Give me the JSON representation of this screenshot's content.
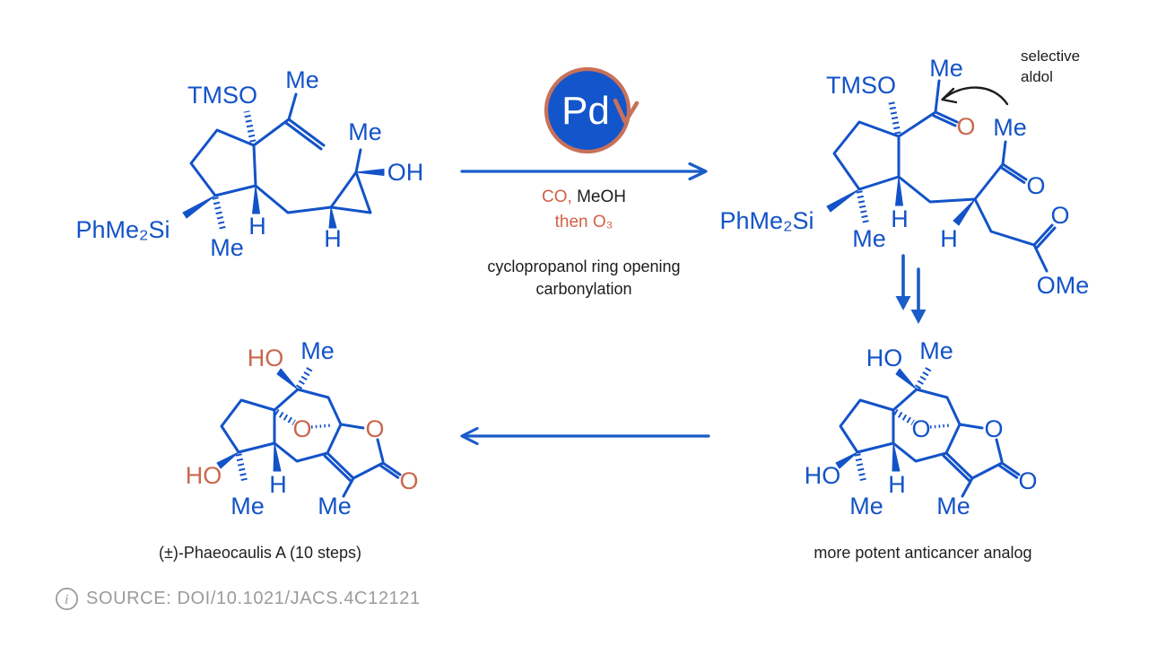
{
  "palette": {
    "structure_blue": "#1353c8",
    "accent_orange": "#c9684e",
    "reagent_orange": "#d26048",
    "text_black": "#1c1c1e",
    "source_gray": "#9a9b9f",
    "pd_badge_fill": "#1355cb",
    "pd_badge_ring": "#c8715a",
    "background": "#ffffff"
  },
  "scheme": {
    "catalyst_badge": {
      "symbol": "Pd"
    },
    "conditions": {
      "reagent_highlight": "CO,",
      "reagent_rest": "MeOH",
      "second_step": "then O₃"
    },
    "step_label": {
      "line1": "cyclopropanol ring opening",
      "line2": "carbonylation"
    },
    "annotation": {
      "line1": "selective",
      "line2": "aldol"
    }
  },
  "structures": {
    "start": {
      "labels": {
        "tmso": "TMSO",
        "me_isopropenyl": "Me",
        "me_cyclopropyl": "Me",
        "oh": "OH",
        "h_ring": "H",
        "h_cyclopropyl": "H",
        "phme2si": "PhMe₂Si",
        "me_gem": "Me"
      }
    },
    "intermediate": {
      "labels": {
        "tmso": "TMSO",
        "me_acetyl": "Me",
        "o_acetyl": "O",
        "me_ketone": "Me",
        "o_ketone": "O",
        "h_ring": "H",
        "h_chain": "H",
        "o_ester": "O",
        "ome": "OMe",
        "phme2si": "PhMe₂Si",
        "me_gem": "Me"
      }
    },
    "analog": {
      "caption": "more potent anticancer analog",
      "labels": {
        "ho_top": "HO",
        "me_top": "Me",
        "o_bridge": "O",
        "o_lactone": "O",
        "o_carbonyl": "O",
        "h": "H",
        "ho_bottom": "HO",
        "me_bottom": "Me",
        "me_alpha": "Me"
      }
    },
    "product": {
      "caption": "(±)-Phaeocaulis A (10 steps)",
      "labels": {
        "ho_top": "HO",
        "me_top": "Me",
        "o_bridge": "O",
        "o_lactone": "O",
        "o_carbonyl": "O",
        "h": "H",
        "ho_bottom": "HO",
        "me_bottom": "Me",
        "me_alpha": "Me"
      }
    }
  },
  "footer": {
    "info_icon": "i",
    "source": "SOURCE: DOI/10.1021/JACS.4C12121"
  }
}
